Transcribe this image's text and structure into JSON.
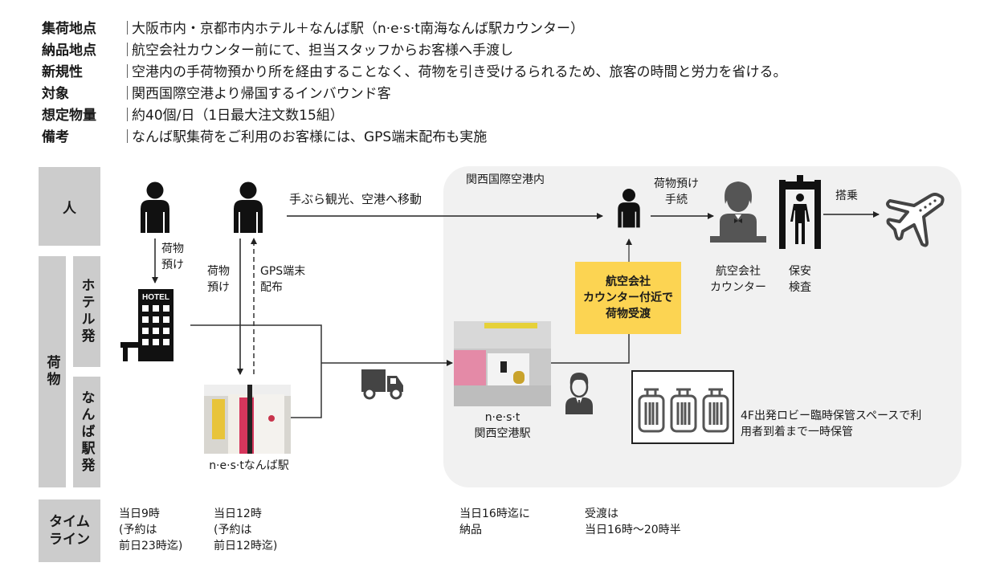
{
  "info": {
    "rows": [
      {
        "label": "集荷地点",
        "value": "大阪市内・京都市内ホテル＋なんば駅（n·e·s·t南海なんば駅カウンター）"
      },
      {
        "label": "納品地点",
        "value": "航空会社カウンター前にて、担当スタッフからお客様へ手渡し"
      },
      {
        "label": "新規性",
        "value": "空港内の手荷物預かり所を経由することなく、荷物を引き受けるられるため、旅客の時間と労力を省ける。"
      },
      {
        "label": "対象",
        "value": "関西国際空港より帰国するインバウンド客"
      },
      {
        "label": "想定物量",
        "value": "約40個/日（1日最大注文数15組）"
      },
      {
        "label": "備考",
        "value": "なんば駅集荷をご利用のお客様には、GPS端末配布も実施"
      }
    ],
    "separator": "｜"
  },
  "lanes": {
    "person": "人",
    "baggage": "荷物",
    "hotel_origin": "ホテル発",
    "namba_origin": "なんば駅発",
    "timeline": "タイムライン"
  },
  "icons": {
    "person": "person-icon",
    "hotel": "hotel-icon",
    "hotel_sign": "HOTEL",
    "truck": "truck-icon",
    "staff": "staff-icon",
    "counter": "airline-counter-icon",
    "security": "security-gate-icon",
    "plane": "airplane-icon",
    "suitcase": "suitcase-icon"
  },
  "flow": {
    "drop_baggage_hotel": "荷物\n預け",
    "drop_baggage_namba": "荷物\n預け",
    "gps_distribution": "GPS端末\n配布",
    "sightseeing": "手ぶら観光、空港へ移動",
    "airport_area": "関西国際空港内",
    "checkin_procedure": "荷物預け\n手続",
    "boarding": "搭乗",
    "handover_box": [
      "航空会社",
      "カウンター付近で",
      "荷物受渡"
    ],
    "airline_counter": "航空会社\nカウンター",
    "security_check": "保安\n検査",
    "namba_station": "n·e·s·tなんば駅",
    "kix_station": "n·e·s·t\n関西空港駅",
    "storage_note": "4F出発ロビー臨時保管スペースで利\n用者到着まで一時保管"
  },
  "timeline": [
    "当日9時\n(予約は\n前日23時迄)",
    "当日12時\n(予約は\n前日12時迄)",
    "当日16時迄に\n納品",
    "受渡は\n当日16時～20時半"
  ],
  "colors": {
    "lane_bg": "#cccccc",
    "airport_bg": "#f1f1f1",
    "highlight": "#fcd452",
    "icon_dark": "#111111",
    "icon_gray": "#555555"
  }
}
